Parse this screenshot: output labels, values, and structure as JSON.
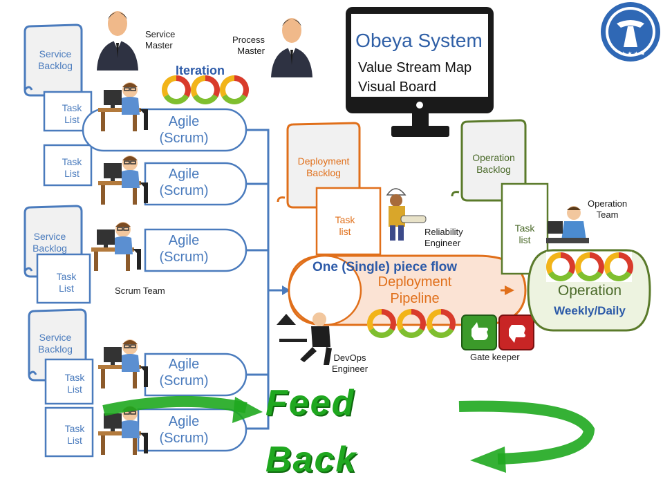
{
  "title_iteration": "Iteration",
  "roles": {
    "service_master": "Service\nMaster",
    "process_master": "Process\nMaster",
    "scrum_team": "Scrum Team",
    "reliability_engineer": "Reliability\nEngineer",
    "devops_engineer": "DevOps\nEngineer",
    "operation_team": "Operation\nTeam",
    "gate_keeper": "Gate keeper"
  },
  "backlogs": {
    "service_backlog": "Service\nBacklog",
    "deployment_backlog": "Deployment\nBacklog",
    "operation_backlog": "Operation\nBacklog"
  },
  "task_list_upper": "Task\nList",
  "task_list_lower": "Task\nlist",
  "agile_scrum": "Agile\n(Scrum)",
  "obeya": {
    "title": "Obeya System",
    "line1": "Value Stream Map",
    "line2": "Visual Board"
  },
  "flow": {
    "one_piece": "One (Single) piece flow",
    "deployment_pipeline": "Deployment\nPipeline",
    "operation": "Operation",
    "weekly_daily": "Weekly/Daily"
  },
  "feedback": {
    "feed": "Feed",
    "back": "Back"
  },
  "colors": {
    "blue": "#4a7bbd",
    "orange": "#e06f1a",
    "olive": "#5a7a2a",
    "feedback_green": "#1fa81f",
    "thumb_up": "#3b9a2a",
    "thumb_down": "#c82525"
  },
  "icons": [
    "person-icon",
    "developer-icon",
    "cycle-icon",
    "thumbs-up-icon",
    "thumbs-down-icon",
    "monitor-icon",
    "certificate-logo-icon"
  ]
}
